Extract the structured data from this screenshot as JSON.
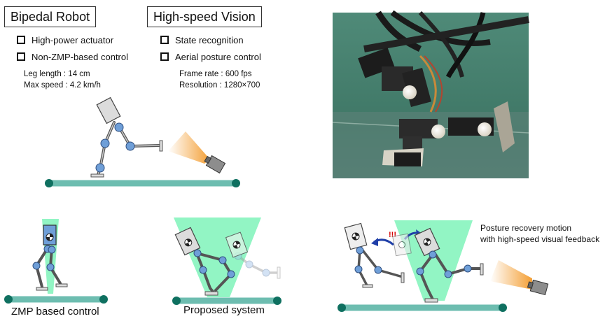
{
  "robot": {
    "title": "Bipedal Robot",
    "features": [
      "High-power actuator",
      "Non-ZMP-based control"
    ],
    "specs": [
      "Leg length : 14 cm",
      "Max speed : 4.2 km/h"
    ]
  },
  "vision": {
    "title": "High-speed Vision",
    "features": [
      "State recognition",
      "Aerial posture control"
    ],
    "specs": [
      "Frame rate : 600 fps",
      "Resolution : 1280×700"
    ]
  },
  "captions": {
    "zmp": "ZMP based control",
    "proposed": "Proposed system"
  },
  "recovery": {
    "alert": "!!!",
    "note_line1": "Posture recovery motion",
    "note_line2": "with high-speed visual feedback"
  },
  "colors": {
    "joint": "#6f9fd8",
    "floor": "#6dbdb0",
    "cone": "#6ef2b0",
    "light": "#f39a2a",
    "arrow": "#1f3fa8"
  }
}
